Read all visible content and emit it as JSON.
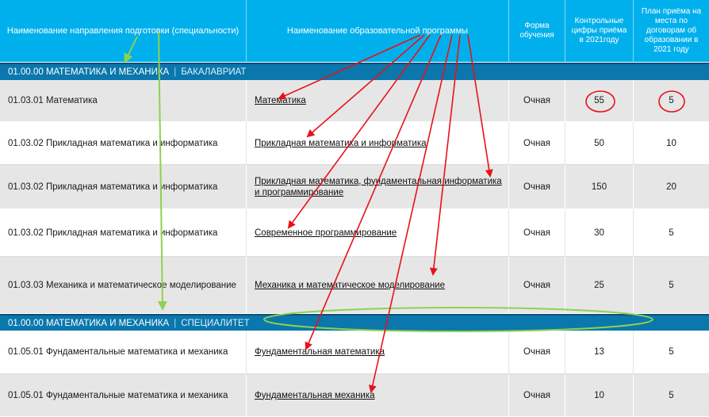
{
  "header": {
    "col_direction": "Наименование направления подготовки (специальности)",
    "col_program": "Наименование образовательной программы",
    "col_form": "Форма обучения",
    "col_control": "Контрольные цифры приёма в 2021году",
    "col_plan": "План приёма на места по договорам об образовании в 2021 году"
  },
  "sections": [
    {
      "code_name": "01.00.00 МАТЕМАТИКА И МЕХАНИКА",
      "separator": "|",
      "degree": "БАКАЛАВРИАТ"
    },
    {
      "code_name": "01.00.00 МАТЕМАТИКА И МЕХАНИКА",
      "separator": "|",
      "degree": "СПЕЦИАЛИТЕТ"
    }
  ],
  "rows": [
    {
      "direction": "01.03.01 Математика",
      "program": "Математика",
      "form": "Очная",
      "control": "55",
      "plan": "5"
    },
    {
      "direction": "01.03.02 Прикладная математика и информатика",
      "program": "Прикладная математика и информатика",
      "form": "Очная",
      "control": "50",
      "plan": "10"
    },
    {
      "direction": "01.03.02 Прикладная математика и информатика",
      "program": "Прикладная математика, фундаментальная информатика и программирование",
      "form": "Очная",
      "control": "150",
      "plan": "20"
    },
    {
      "direction": "01.03.02 Прикладная математика и информатика",
      "program": "Современное программирование",
      "form": "Очная",
      "control": "30",
      "plan": "5"
    },
    {
      "direction": "01.03.03 Механика и математическое моделирование",
      "program": "Механика и математическое моделирование",
      "form": "Очная",
      "control": "25",
      "plan": "5"
    },
    {
      "direction": "01.05.01 Фундаментальные математика и механика",
      "program": "Фундаментальная математика",
      "form": "Очная",
      "control": "13",
      "plan": "5"
    },
    {
      "direction": "01.05.01 Фундаментальные математика и механика",
      "program": "Фундаментальная механика",
      "form": "Очная",
      "control": "10",
      "plan": "5"
    }
  ],
  "annotation_colors": {
    "red": "#e8111a",
    "green": "#8fd14f"
  }
}
